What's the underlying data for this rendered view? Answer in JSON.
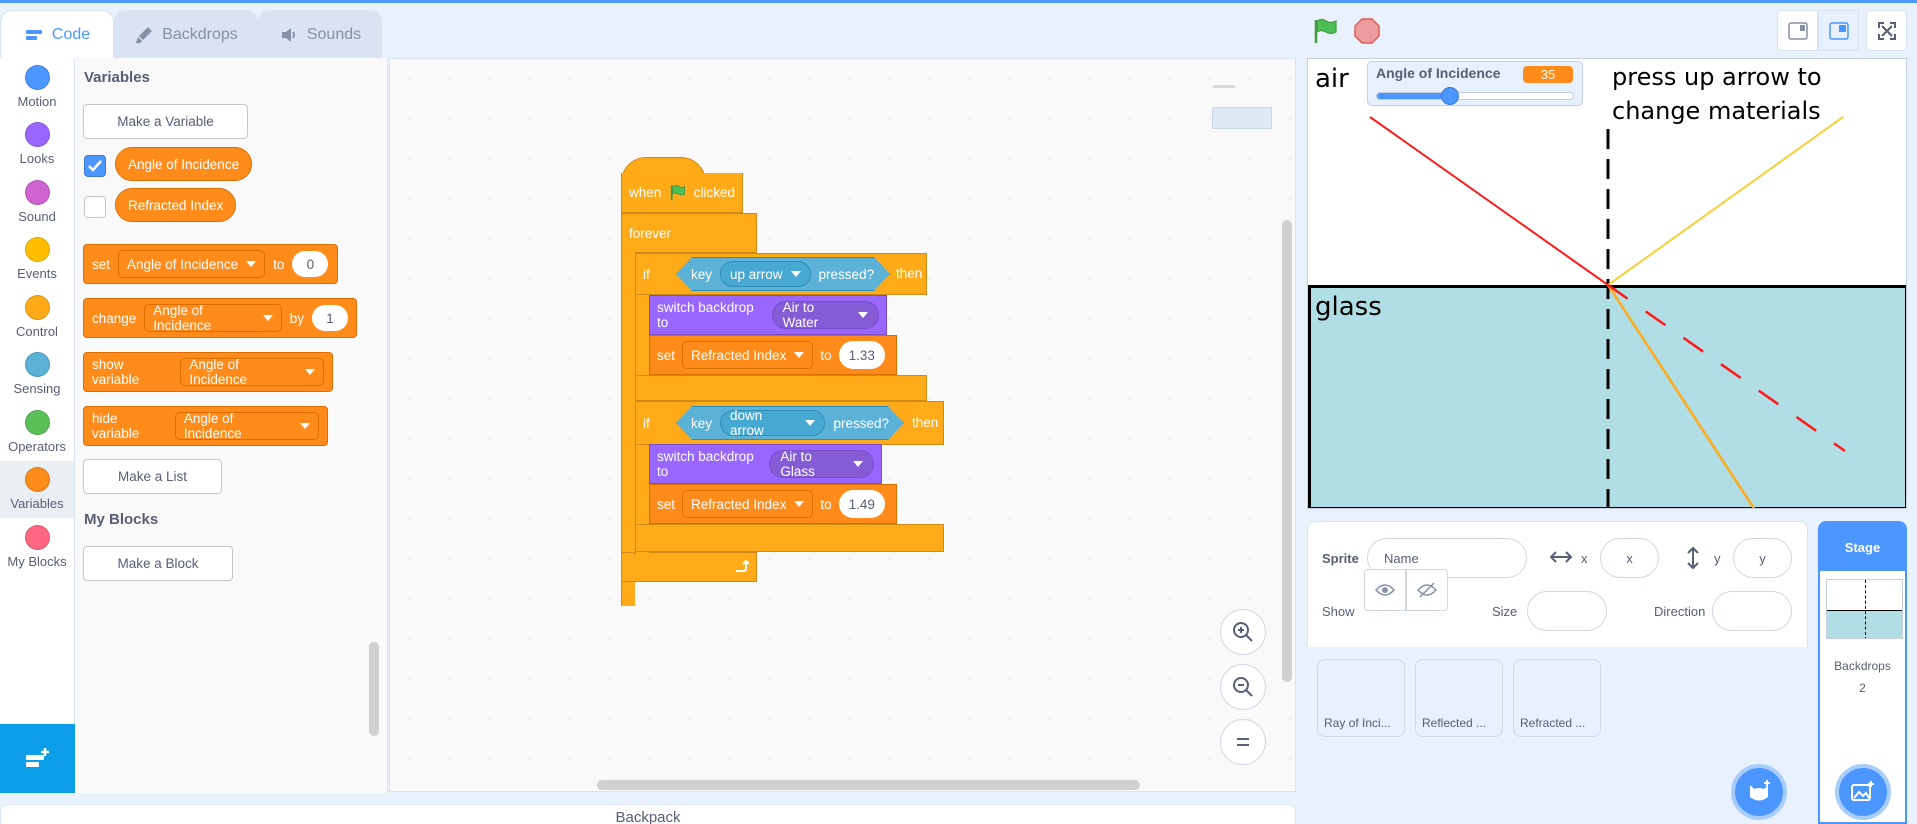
{
  "tabs": [
    {
      "label": "Code",
      "icon": "code-icon"
    },
    {
      "label": "Backdrops",
      "icon": "brush-icon"
    },
    {
      "label": "Sounds",
      "icon": "speaker-icon"
    }
  ],
  "categories": [
    {
      "label": "Motion",
      "color": "#4c97ff"
    },
    {
      "label": "Looks",
      "color": "#9966ff"
    },
    {
      "label": "Sound",
      "color": "#cf63cf"
    },
    {
      "label": "Events",
      "color": "#ffbf00"
    },
    {
      "label": "Control",
      "color": "#ffab19"
    },
    {
      "label": "Sensing",
      "color": "#5cb1d6"
    },
    {
      "label": "Operators",
      "color": "#59c059"
    },
    {
      "label": "Variables",
      "color": "#ff8c1a"
    },
    {
      "label": "My Blocks",
      "color": "#ff6680"
    }
  ],
  "palette": {
    "variables_heading": "Variables",
    "make_variable": "Make a Variable",
    "var1": "Angle of Incidence",
    "var2": "Refracted Index",
    "set_block": {
      "word": "set",
      "var": "Angle of Incidence",
      "to": "to",
      "value": "0"
    },
    "change_block": {
      "word": "change",
      "var": "Angle of Incidence",
      "by": "by",
      "value": "1"
    },
    "show_block": {
      "word": "show variable",
      "var": "Angle of Incidence"
    },
    "hide_block": {
      "word": "hide variable",
      "var": "Angle of Incidence"
    },
    "make_list": "Make a List",
    "myblocks_heading": "My Blocks",
    "make_block": "Make a Block"
  },
  "script": {
    "when": "when",
    "clicked": "clicked",
    "forever": "forever",
    "if1": {
      "if": "if",
      "key": "key",
      "keyname": "up arrow",
      "pressed": "pressed?",
      "then": "then",
      "switch": "switch backdrop to",
      "backdrop": "Air to Water",
      "set": "set",
      "var": "Refracted Index",
      "to": "to",
      "value": "1.33"
    },
    "if2": {
      "if": "if",
      "key": "key",
      "keyname": "down arrow",
      "pressed": "pressed?",
      "then": "then",
      "switch": "switch backdrop to",
      "backdrop": "Air to Glass",
      "set": "set",
      "var": "Refracted Index",
      "to": "to",
      "value": "1.49"
    }
  },
  "backpack": "Backpack",
  "stage": {
    "air": "air",
    "glass": "glass",
    "instruction_line1": "press up arrow to",
    "instruction_line2": "change materials",
    "monitor_label": "Angle of Incidence",
    "monitor_value": "35",
    "slider_fraction": 0.37
  },
  "sprite_info": {
    "sprite_label": "Sprite",
    "name_placeholder": "Name",
    "x_label": "x",
    "x_placeholder": "x",
    "y_label": "y",
    "y_placeholder": "y",
    "show_label": "Show",
    "size_label": "Size",
    "direction_label": "Direction"
  },
  "sprites": [
    "Ray of Inci...",
    "Reflected ...",
    "Refracted ..."
  ],
  "stage_selector": {
    "title": "Stage",
    "backdrops_label": "Backdrops",
    "backdrops_count": "2"
  }
}
